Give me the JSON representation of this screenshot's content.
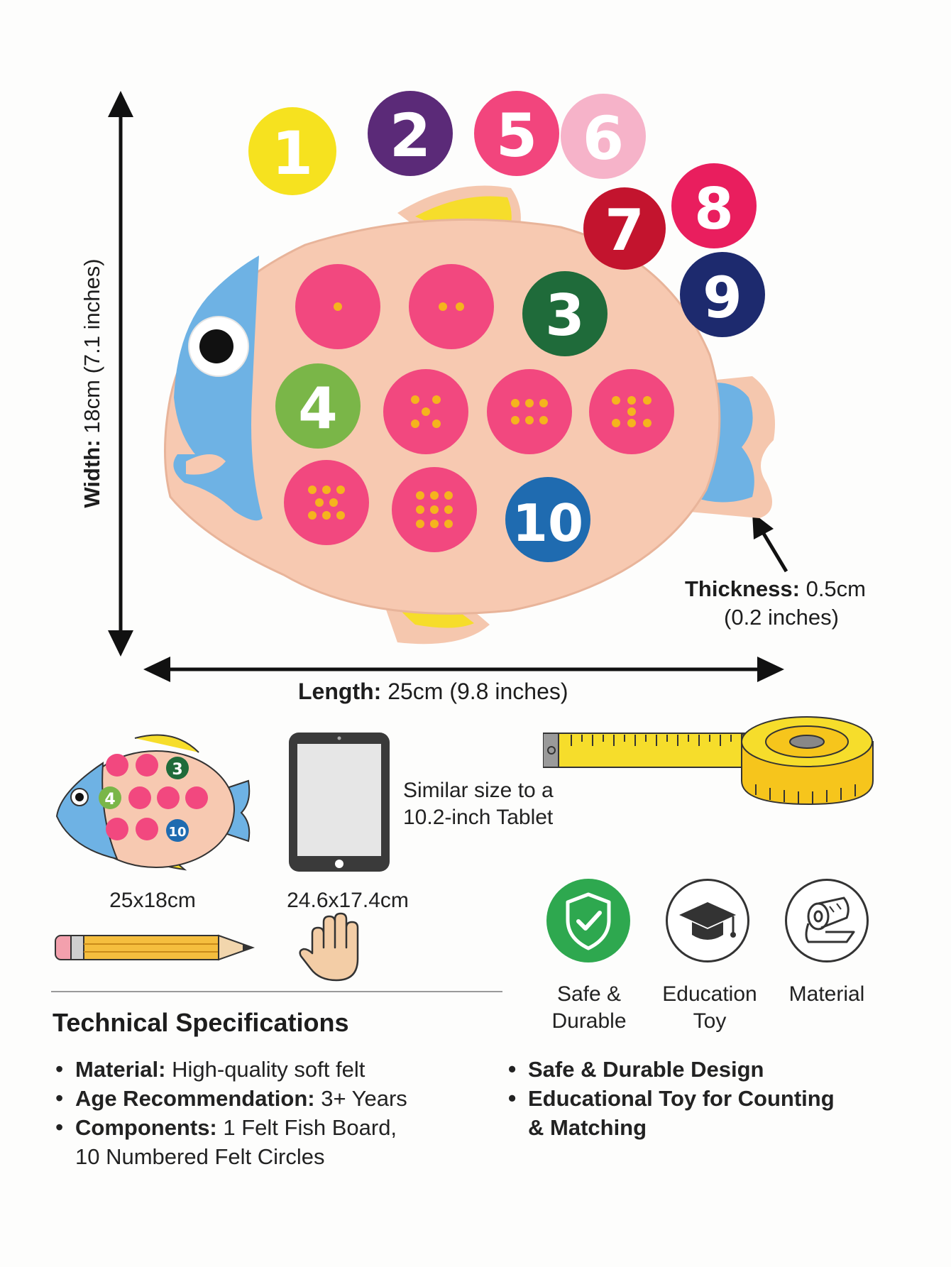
{
  "colors": {
    "felt_board": "#f7c9b1",
    "fish_head": "#6eb2e4",
    "fin": "#f6dd2b",
    "pink_circle": "#f2487f",
    "dot": "#f5b41d",
    "green_badge": "#2ea84f",
    "text_dark": "#1d1d1d"
  },
  "dimensions": {
    "width_bold": "Width:",
    "width_value": "18cm (7.1 inches)",
    "length_bold": "Length:",
    "length_value": "25cm (9.8 inches)",
    "thickness_bold": "Thickness:",
    "thickness_value": "0.5cm",
    "thickness_inches": "(0.2 inches)"
  },
  "loose_circles": [
    {
      "label": "1",
      "color": "#f6e21f",
      "text": "#ffffff"
    },
    {
      "label": "2",
      "color": "#5b2a78",
      "text": "#ffffff"
    },
    {
      "label": "5",
      "color": "#f2457d",
      "text": "#ffffff"
    },
    {
      "label": "6",
      "color": "#f6b3c9",
      "text": "#ffffff"
    },
    {
      "label": "7",
      "color": "#c3142e",
      "text": "#ffffff"
    },
    {
      "label": "8",
      "color": "#e91e5e",
      "text": "#ffffff"
    },
    {
      "label": "9",
      "color": "#1d2a6e",
      "text": "#ffffff"
    }
  ],
  "board_circles": [
    {
      "label": "",
      "dots": 1
    },
    {
      "label": "",
      "dots": 2
    },
    {
      "label": "3",
      "color": "#1f6b3a"
    },
    {
      "label": "4",
      "color": "#7ab648"
    },
    {
      "label": "",
      "dots": 5
    },
    {
      "label": "",
      "dots": 6
    },
    {
      "label": "",
      "dots": 7
    },
    {
      "label": "",
      "dots": 8
    },
    {
      "label": "",
      "dots": 9
    },
    {
      "label": "10",
      "color": "#1f6bb0"
    }
  ],
  "comparison": {
    "fish_size": "25x18cm",
    "tablet_size": "24.6x17.4cm",
    "tablet_caption": "Similar size to a 10.2-inch Tablet"
  },
  "features": [
    {
      "icon": "shield-check-icon",
      "label_line1": "Safe &",
      "label_line2": "Durable"
    },
    {
      "icon": "graduation-cap-icon",
      "label_line1": "Education",
      "label_line2": "Toy"
    },
    {
      "icon": "felt-roll-icon",
      "label_line1": "Material",
      "label_line2": ""
    }
  ],
  "specs": {
    "title": "Technical Specifications",
    "items": [
      {
        "key": "Material:",
        "value": "High-quality soft felt"
      },
      {
        "key": "Age Recommendation:",
        "value": "3+ Years"
      },
      {
        "key": "Components:",
        "value": "1 Felt Fish Board,",
        "value2": "10 Numbered Felt Circles"
      }
    ],
    "highlights": [
      "Safe & Durable Design",
      "Educational Toy for Counting",
      "& Matching"
    ]
  }
}
